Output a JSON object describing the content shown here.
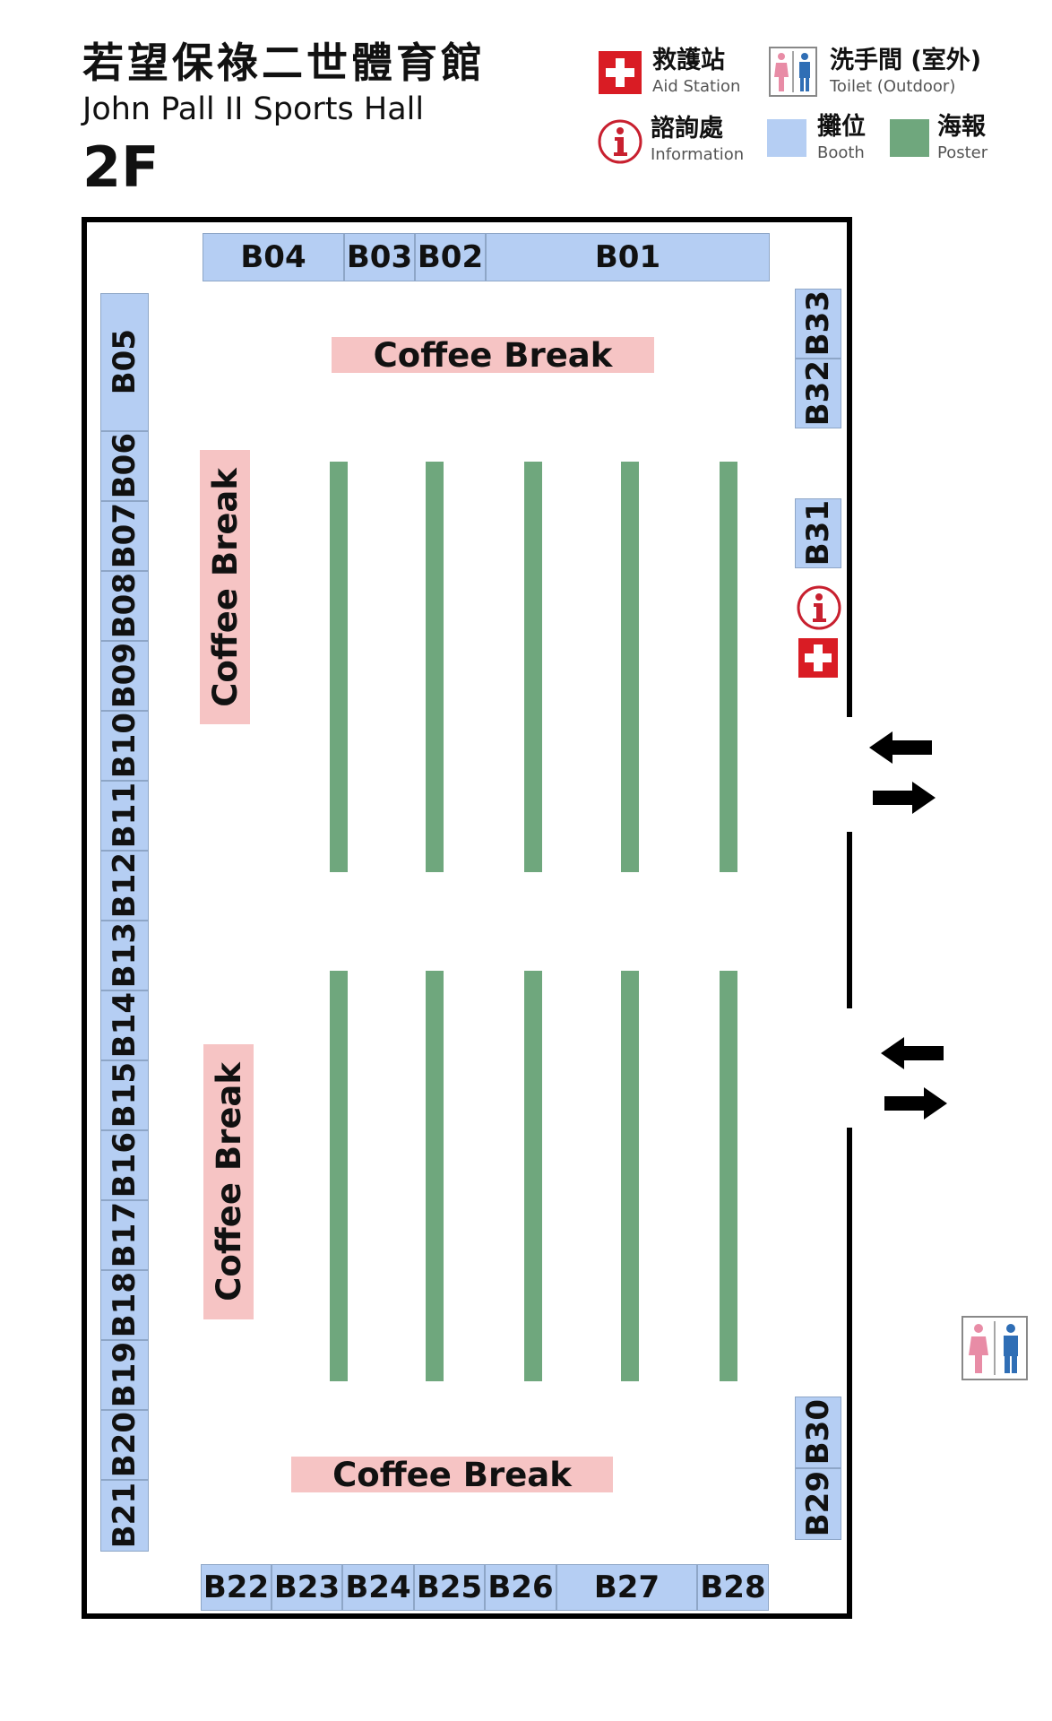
{
  "header": {
    "title_zh": "若望保祿二世體育館",
    "title_en": "John Pall II Sports Hall",
    "floor": "2F"
  },
  "legend": {
    "aid_zh": "救護站",
    "aid_en": "Aid Station",
    "toilet_zh": "洗手間 (室外)",
    "toilet_en": "Toilet (Outdoor)",
    "info_zh": "諮詢處",
    "info_en": "Information",
    "booth_zh": "攤位",
    "booth_en": "Booth",
    "poster_zh": "海報",
    "poster_en": "Poster"
  },
  "colors": {
    "booth": "#b5cef3",
    "poster": "#6fa77d",
    "coffee_break": "#f6c4c4",
    "aid_red": "#d91c24",
    "info_red": "#c8202f",
    "toilet_female": "#e88ca6",
    "toilet_male": "#2f6eb5"
  },
  "icons": [
    "aid-cross-icon",
    "information-icon",
    "toilet-icon",
    "entrance-arrows-icon"
  ],
  "booths": {
    "top": [
      "B04",
      "B03",
      "B02",
      "B01"
    ],
    "right_upper": [
      "B33",
      "B32"
    ],
    "right_middle": [
      "B31"
    ],
    "left": [
      "B05",
      "B06",
      "B07",
      "B08",
      "B09",
      "B10",
      "B11",
      "B12",
      "B13",
      "B14",
      "B15",
      "B16",
      "B17",
      "B18",
      "B19",
      "B20",
      "B21"
    ],
    "right_lower": [
      "B30",
      "B29"
    ],
    "bottom": [
      "B22",
      "B23",
      "B24",
      "B25",
      "B26",
      "B27",
      "B28"
    ]
  },
  "coffee_break": {
    "top": "Coffee Break",
    "left_upper": "Coffee Break",
    "left_lower": "Coffee Break",
    "bottom": "Coffee Break"
  }
}
